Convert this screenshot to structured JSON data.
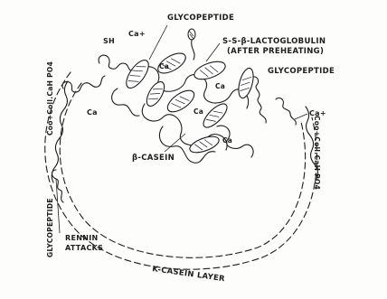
{
  "labels": {
    "glycopeptide_top": "GLYCOPEPTIDE",
    "glycopeptide_right": "GLYCOPEPTIDE",
    "glycopeptide_left": "GLYCOPEPTIDE",
    "sh": "SH",
    "ca_plus_top": "Ca+",
    "ca_plus_right": "Ca+",
    "lactoglobulin_line1": "S-S-β-LACTOGLOBULIN",
    "lactoglobulin_line2": "(AFTER PREHEATING)",
    "beta_casein": "β-CASEIN",
    "ca_1": "Ca",
    "ca_2": "Ca",
    "ca_3": "Ca",
    "ca_4": "Ca",
    "ca_left": "Ca",
    "colloidal_left": "Coo+Coll.CaH PO4",
    "colloidal_right": "Coo+Coll.CaH PO4",
    "rennin_line1": "RENNIN",
    "rennin_line2": "ATTACKS",
    "kappa_layer": "K-CASEIN LAYER"
  }
}
